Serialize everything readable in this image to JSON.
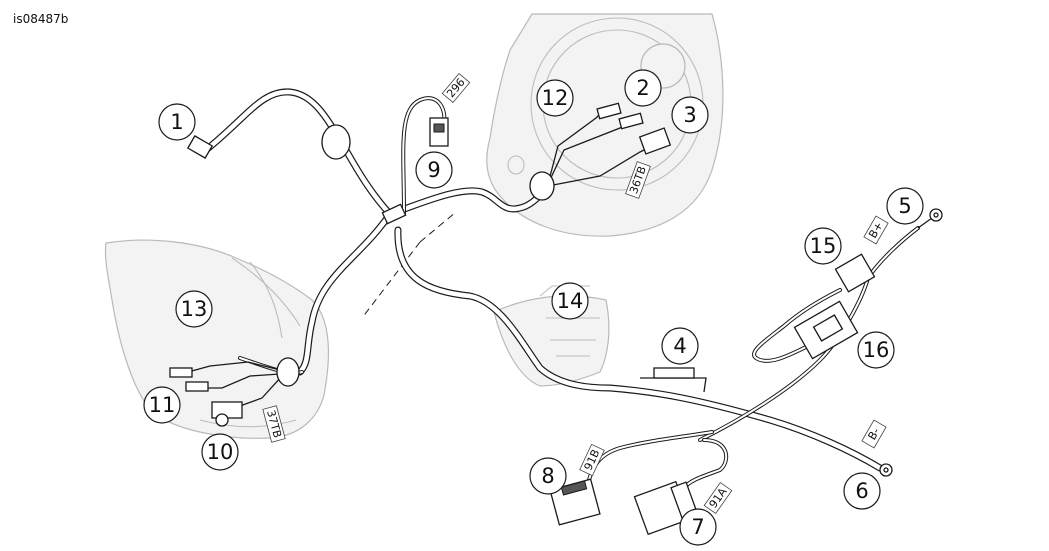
{
  "figure_id": "is08487b",
  "callouts": [
    "1",
    "2",
    "3",
    "4",
    "5",
    "6",
    "7",
    "8",
    "9",
    "10",
    "11",
    "12",
    "13",
    "14",
    "15",
    "16"
  ],
  "wire_tags": {
    "t296": "296",
    "t36tb": "36TB",
    "t37tb": "37TB",
    "tbplus": "B+",
    "tbminus": "B-",
    "t91b": "91B",
    "t91a": "91A"
  }
}
